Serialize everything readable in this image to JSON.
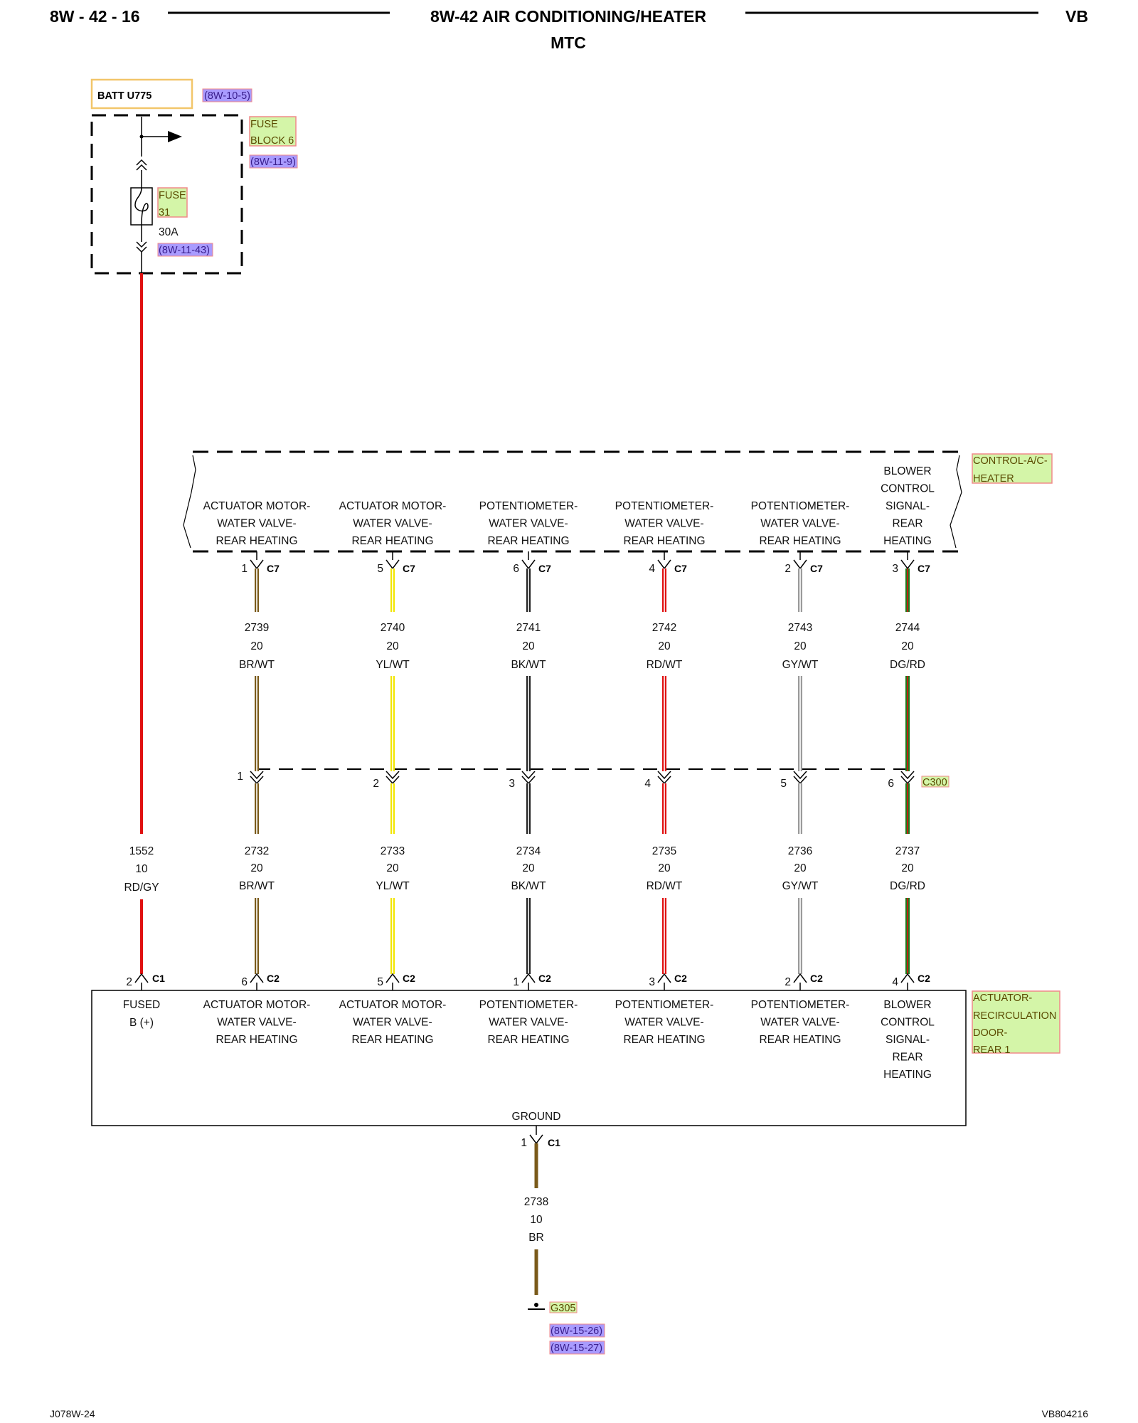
{
  "header": {
    "page_number": "8W - 42 - 16",
    "title": "8W-42 AIR CONDITIONING/HEATER",
    "subtitle": "MTC",
    "vehicle_code": "VB"
  },
  "footer": {
    "left": "J078W-24",
    "right": "VB804216"
  },
  "power": {
    "batt_label": "BATT U775",
    "batt_ref": "(8W-10-5)",
    "fuse_block_line1": "FUSE",
    "fuse_block_line2": "BLOCK 6",
    "fuse_block_ref": "(8W-11-9)",
    "fuse_line1": "FUSE",
    "fuse_line2": "31",
    "fuse_rating": "30A",
    "fuse_ref": "(8W-11-43)"
  },
  "fused_wire": {
    "circuit": "1552",
    "gauge": "10",
    "color_code": "RD/GY",
    "pin": "2",
    "connector": "C1",
    "function_line1": "FUSED",
    "function_line2": "B (+)"
  },
  "control_module": {
    "name_line1": "CONTROL-A/C-",
    "name_line2": "HEATER"
  },
  "inline_connector": {
    "name": "C300"
  },
  "actuator": {
    "name_lines": [
      "ACTUATOR-",
      "RECIRCULATION",
      "DOOR-",
      "REAR 1"
    ],
    "ground_label": "GROUND"
  },
  "signals": [
    {
      "top_lines": [
        "ACTUATOR MOTOR-",
        "WATER VALVE-",
        "REAR HEATING"
      ],
      "top_pin": "1",
      "top_connector": "C7",
      "upper_circuit": "2739",
      "upper_gauge": "20",
      "upper_color": "BR/WT",
      "c300_pin": "1",
      "lower_circuit": "2732",
      "lower_gauge": "20",
      "lower_color": "BR/WT",
      "bottom_pin": "6",
      "bottom_connector": "C2",
      "bottom_lines": [
        "ACTUATOR MOTOR-",
        "WATER VALVE-",
        "REAR HEATING"
      ],
      "base_color": "#7a5a1a",
      "stripe_color": "#ffffff"
    },
    {
      "top_lines": [
        "ACTUATOR MOTOR-",
        "WATER VALVE-",
        "REAR HEATING"
      ],
      "top_pin": "5",
      "top_connector": "C7",
      "upper_circuit": "2740",
      "upper_gauge": "20",
      "upper_color": "YL/WT",
      "c300_pin": "2",
      "lower_circuit": "2733",
      "lower_gauge": "20",
      "lower_color": "YL/WT",
      "bottom_pin": "5",
      "bottom_connector": "C2",
      "bottom_lines": [
        "ACTUATOR MOTOR-",
        "WATER VALVE-",
        "REAR HEATING"
      ],
      "base_color": "#f2e600",
      "stripe_color": "#ffffff"
    },
    {
      "top_lines": [
        "POTENTIOMETER-",
        "WATER VALVE-",
        "REAR HEATING"
      ],
      "top_pin": "6",
      "top_connector": "C7",
      "upper_circuit": "2741",
      "upper_gauge": "20",
      "upper_color": "BK/WT",
      "c300_pin": "3",
      "lower_circuit": "2734",
      "lower_gauge": "20",
      "lower_color": "BK/WT",
      "bottom_pin": "1",
      "bottom_connector": "C2",
      "bottom_lines": [
        "POTENTIOMETER-",
        "WATER VALVE-",
        "REAR HEATING"
      ],
      "base_color": "#222222",
      "stripe_color": "#ffffff"
    },
    {
      "top_lines": [
        "POTENTIOMETER-",
        "WATER VALVE-",
        "REAR HEATING"
      ],
      "top_pin": "4",
      "top_connector": "C7",
      "upper_circuit": "2742",
      "upper_gauge": "20",
      "upper_color": "RD/WT",
      "c300_pin": "4",
      "lower_circuit": "2735",
      "lower_gauge": "20",
      "lower_color": "RD/WT",
      "bottom_pin": "3",
      "bottom_connector": "C2",
      "bottom_lines": [
        "POTENTIOMETER-",
        "WATER VALVE-",
        "REAR HEATING"
      ],
      "base_color": "#e01010",
      "stripe_color": "#ffffff"
    },
    {
      "top_lines": [
        "POTENTIOMETER-",
        "WATER VALVE-",
        "REAR HEATING"
      ],
      "top_pin": "2",
      "top_connector": "C7",
      "upper_circuit": "2743",
      "upper_gauge": "20",
      "upper_color": "GY/WT",
      "c300_pin": "5",
      "lower_circuit": "2736",
      "lower_gauge": "20",
      "lower_color": "GY/WT",
      "bottom_pin": "2",
      "bottom_connector": "C2",
      "bottom_lines": [
        "POTENTIOMETER-",
        "WATER VALVE-",
        "REAR HEATING"
      ],
      "base_color": "#9a9a9a",
      "stripe_color": "#ffffff"
    },
    {
      "top_lines": [
        "BLOWER",
        "CONTROL",
        "SIGNAL-",
        "REAR",
        "HEATING"
      ],
      "top_pin": "3",
      "top_connector": "C7",
      "upper_circuit": "2744",
      "upper_gauge": "20",
      "upper_color": "DG/RD",
      "c300_pin": "6",
      "lower_circuit": "2737",
      "lower_gauge": "20",
      "lower_color": "DG/RD",
      "bottom_pin": "4",
      "bottom_connector": "C2",
      "bottom_lines": [
        "BLOWER",
        "CONTROL",
        "SIGNAL-",
        "REAR",
        "HEATING"
      ],
      "base_color": "#1d7a1d",
      "stripe_color": "#e01010"
    }
  ],
  "ground": {
    "pin": "1",
    "connector": "C1",
    "circuit": "2738",
    "gauge": "10",
    "color_code": "BR",
    "ground_point": "G305",
    "refs": [
      "(8W-15-26)",
      "(8W-15-27)"
    ]
  },
  "colors": {
    "wire_red": "#e01010",
    "wire_brown": "#7a5a1a",
    "component_fill": "#d4f5a8",
    "component_border": "#f08a8a",
    "ref_fill": "#a99bff",
    "batt_border": "#f2c66a"
  },
  "icons": [
    "fuse-icon",
    "arrow-right-icon",
    "connector-icon",
    "ground-icon"
  ]
}
